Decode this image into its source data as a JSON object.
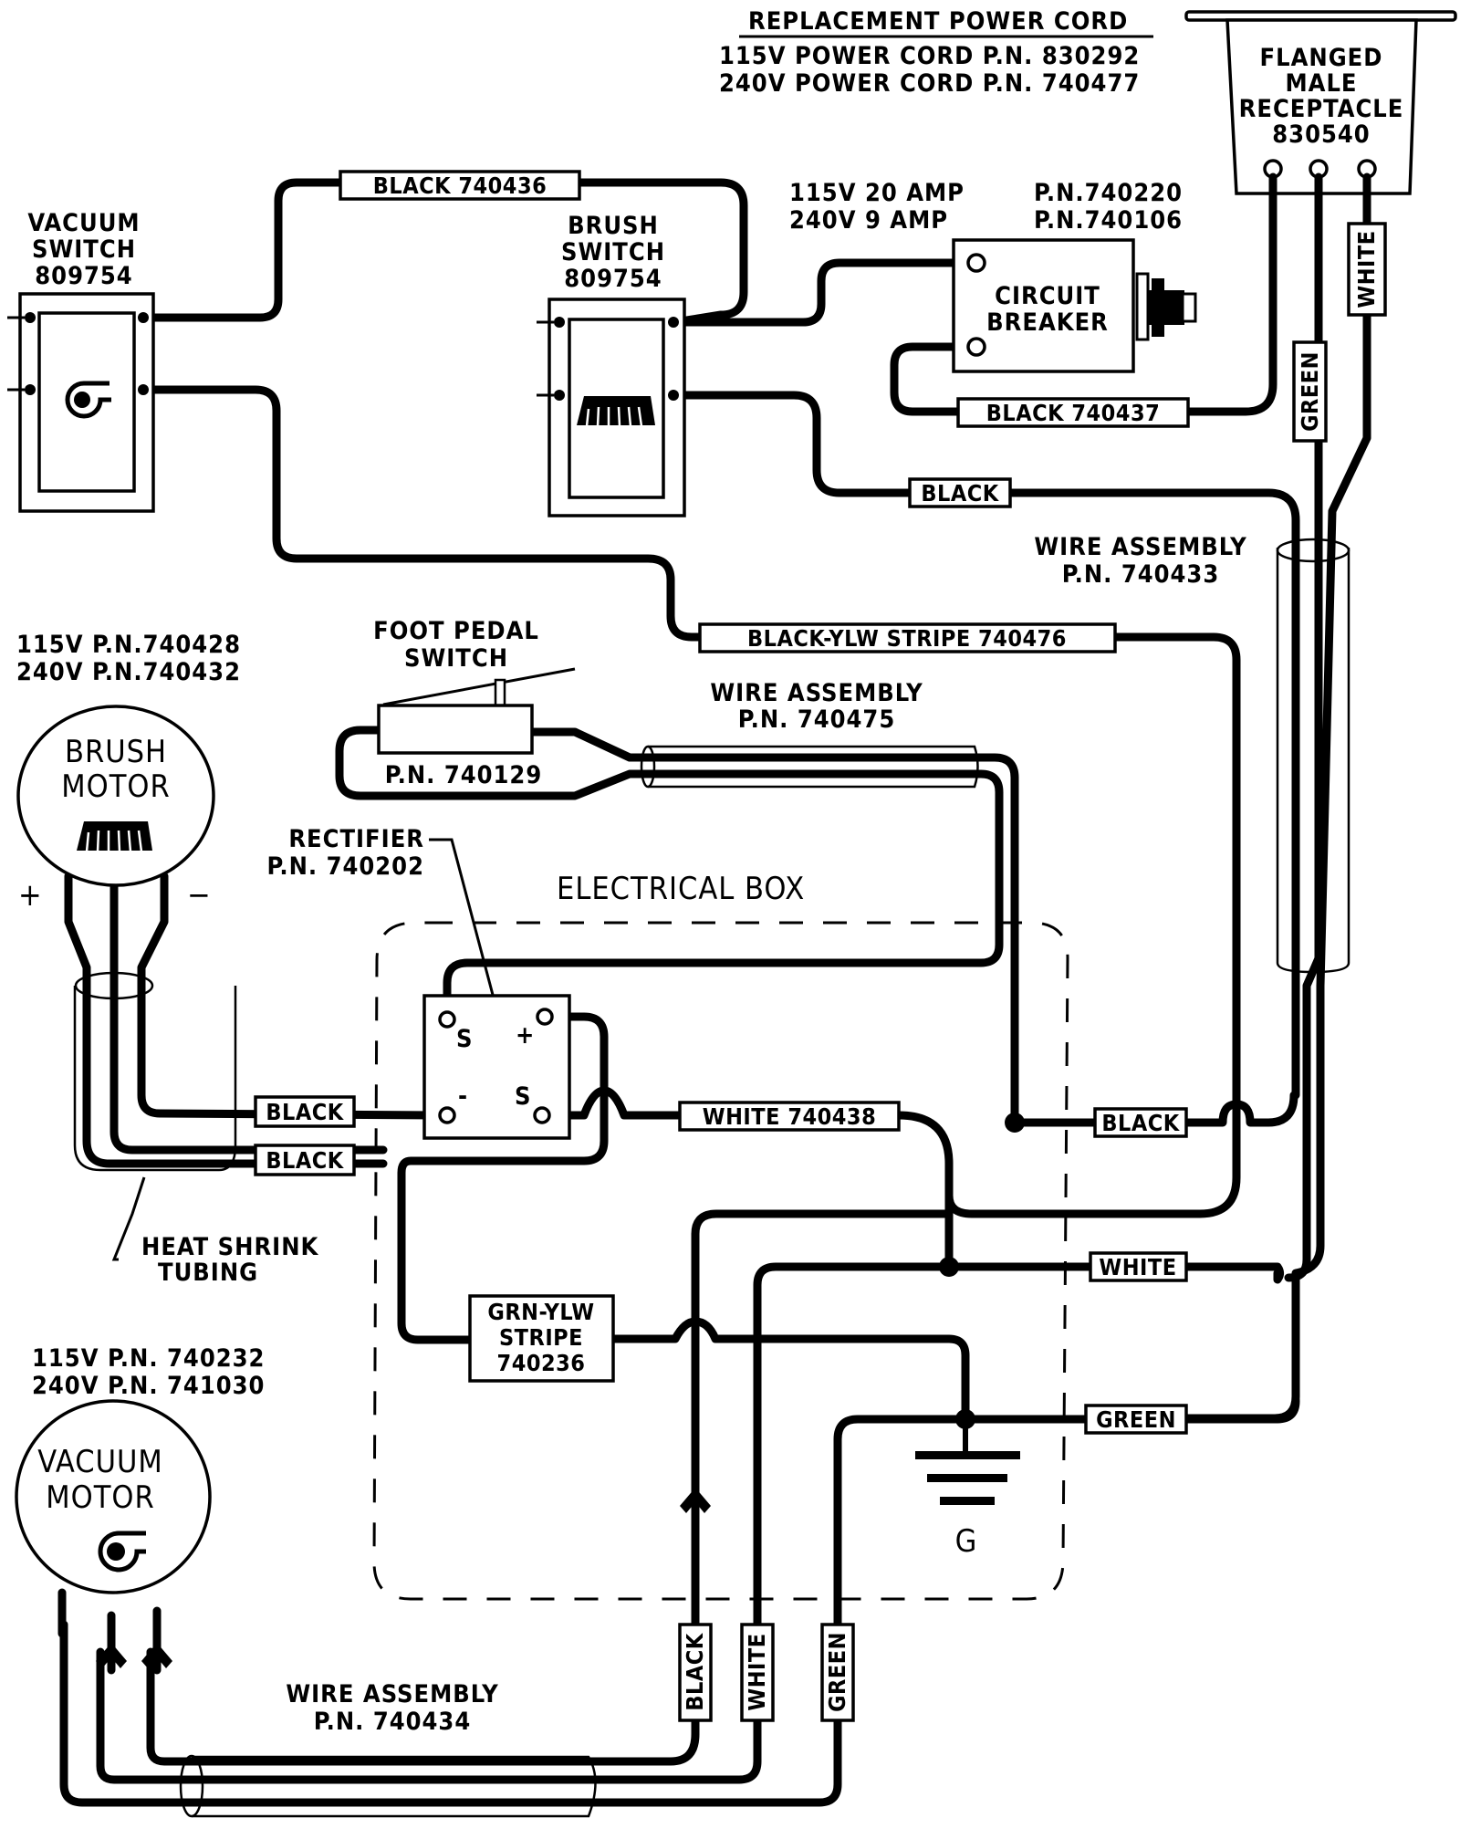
{
  "power_cord": {
    "heading": "REPLACEMENT POWER CORD",
    "line_115": "115V POWER CORD P.N. 830292",
    "line_240": "240V POWER CORD P.N. 740477"
  },
  "receptacle": {
    "line1": "FLANGED",
    "line2": "MALE",
    "line3": "RECEPTACLE",
    "part": "830540"
  },
  "circuit_breaker": {
    "spec_115": "115V  20 AMP",
    "spec_240": "240V   9 AMP",
    "pn_115": "P.N.740220",
    "pn_240": "P.N.740106",
    "line1": "CIRCUIT",
    "line2": "BREAKER"
  },
  "vacuum_switch": {
    "line1": "VACUUM",
    "line2": "SWITCH",
    "part": "809754"
  },
  "brush_switch": {
    "line1": "BRUSH",
    "line2": "SWITCH",
    "part": "809754"
  },
  "brush_motor": {
    "pn_115": "115V   P.N.740428",
    "pn_240": "240V   P.N.740432",
    "line1": "BRUSH",
    "line2": "MOTOR",
    "plus": "+",
    "minus": "−"
  },
  "vacuum_motor": {
    "pn_115": "115V P.N. 740232",
    "pn_240": "240V P.N. 741030",
    "line1": "VACUUM",
    "line2": "MOTOR"
  },
  "foot_pedal": {
    "line1": "FOOT PEDAL",
    "line2": "SWITCH",
    "part": "P.N. 740129"
  },
  "rectifier": {
    "line1": "RECTIFIER",
    "line2": "P.N. 740202",
    "term_s1": "S",
    "term_plus": "+",
    "term_minus": "-",
    "term_s2": "S"
  },
  "electrical_box": {
    "title": "ELECTRICAL BOX"
  },
  "wire_assemblies": {
    "a740433": {
      "line1": "WIRE ASSEMBLY",
      "line2": "P.N. 740433"
    },
    "a740475": {
      "line1": "WIRE ASSEMBLY",
      "line2": "P.N. 740475"
    },
    "a740434": {
      "line1": "WIRE ASSEMBLY",
      "line2": "P.N. 740434"
    }
  },
  "heat_shrink": {
    "line1": "HEAT SHRINK",
    "line2": "TUBING"
  },
  "ground": {
    "label": "G"
  },
  "wire_tags": {
    "black_740436": "BLACK 740436",
    "black_740437": "BLACK 740437",
    "black_brush": "BLACK",
    "black_ylw_740476": "BLACK-YLW STRIPE 740476",
    "white_cord": "WHITE",
    "green_cord": "GREEN",
    "black_rect_minus": "BLACK",
    "black_motor": "BLACK",
    "white_740438": "WHITE 740438",
    "black_pedal": "BLACK",
    "white_main": "WHITE",
    "grn_ylw_1": "GRN-YLW",
    "grn_ylw_2": "STRIPE",
    "grn_ylw_3": "740236",
    "green_main": "GREEN",
    "black_vac": "BLACK",
    "white_vac": "WHITE",
    "green_vac": "GREEN"
  }
}
